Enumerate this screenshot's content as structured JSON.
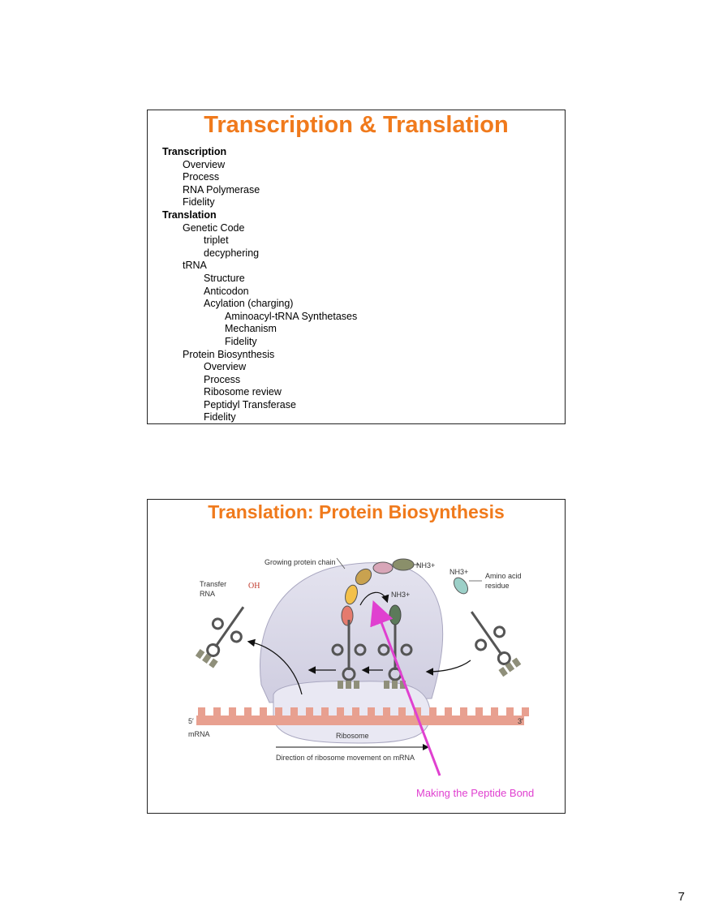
{
  "slide1": {
    "title": "Transcription & Translation",
    "outline": [
      {
        "text": "Transcription",
        "level": 0
      },
      {
        "text": "Overview",
        "level": 1
      },
      {
        "text": "Process",
        "level": 1
      },
      {
        "text": "RNA Polymerase",
        "level": 1
      },
      {
        "text": "Fidelity",
        "level": 1
      },
      {
        "text": "Translation",
        "level": 0
      },
      {
        "text": "Genetic Code",
        "level": 1
      },
      {
        "text": "triplet",
        "level": 2
      },
      {
        "text": "decyphering",
        "level": 2
      },
      {
        "text": "tRNA",
        "level": 1
      },
      {
        "text": "Structure",
        "level": 2
      },
      {
        "text": "Anticodon",
        "level": 2
      },
      {
        "text": "Acylation (charging)",
        "level": 2
      },
      {
        "text": "Aminoacyl-tRNA Synthetases",
        "level": 3
      },
      {
        "text": "Mechanism",
        "level": 3
      },
      {
        "text": "Fidelity",
        "level": 3
      },
      {
        "text": "Protein Biosynthesis",
        "level": 1
      },
      {
        "text": "Overview",
        "level": 2
      },
      {
        "text": "Process",
        "level": 2
      },
      {
        "text": "Ribosome review",
        "level": 2
      },
      {
        "text": "Peptidyl Transferase",
        "level": 2
      },
      {
        "text": "Fidelity",
        "level": 2
      }
    ]
  },
  "slide2": {
    "title": "Translation:  Protein Biosynthesis",
    "figure": {
      "growing_chain": "Growing protein chain",
      "nh3": "NH3+",
      "transfer_rna_1": "Transfer",
      "transfer_rna_2": "RNA",
      "oh": "OH",
      "amino_acid_1": "Amino acid",
      "amino_acid_2": "residue",
      "five_prime": "5′",
      "three_prime": "3′",
      "mrna": "mRNA",
      "ribosome": "Ribosome",
      "direction": "Direction of ribosome movement on mRNA"
    },
    "annotation": "Making the Peptide Bond"
  },
  "page_number": "7",
  "colors": {
    "title_orange": "#f07a1c",
    "annotation_magenta": "#e040d0",
    "mrna_pink": "#e8a090"
  }
}
